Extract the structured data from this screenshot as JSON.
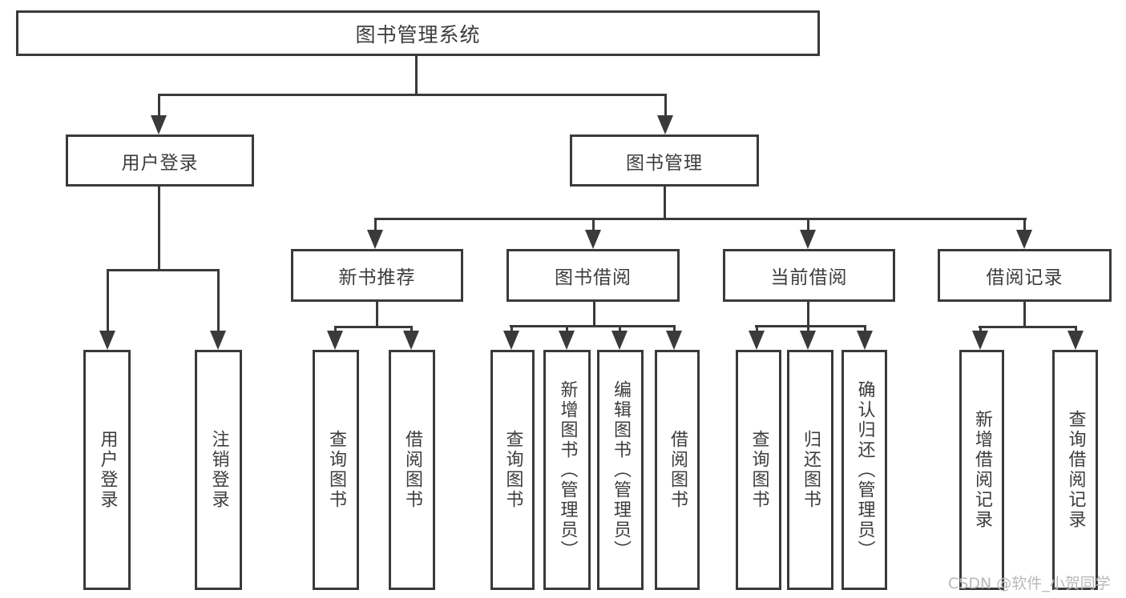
{
  "diagram": {
    "root": {
      "label": "图书管理系统"
    },
    "level2": [
      {
        "label": "用户登录"
      },
      {
        "label": "图书管理"
      }
    ],
    "level3": [
      {
        "label": "新书推荐"
      },
      {
        "label": "图书借阅"
      },
      {
        "label": "当前借阅"
      },
      {
        "label": "借阅记录"
      }
    ],
    "leaves": [
      {
        "label": "用户登录"
      },
      {
        "label": "注销登录"
      },
      {
        "label": "查询图书"
      },
      {
        "label": "借阅图书"
      },
      {
        "label": "查询图书"
      },
      {
        "label": "新增图书（管理员）"
      },
      {
        "label": "编辑图书（管理员）"
      },
      {
        "label": "借阅图书"
      },
      {
        "label": "查询图书"
      },
      {
        "label": "归还图书"
      },
      {
        "label": "确认归还（管理员）"
      },
      {
        "label": "新增借阅记录"
      },
      {
        "label": "查询借阅记录"
      }
    ],
    "watermark": "CSDN @软件_小贺同学",
    "colors": {
      "line": "#3a3a3a",
      "text": "#3d3d3d",
      "background": "#ffffff",
      "watermark": "#b9b9b9"
    }
  }
}
